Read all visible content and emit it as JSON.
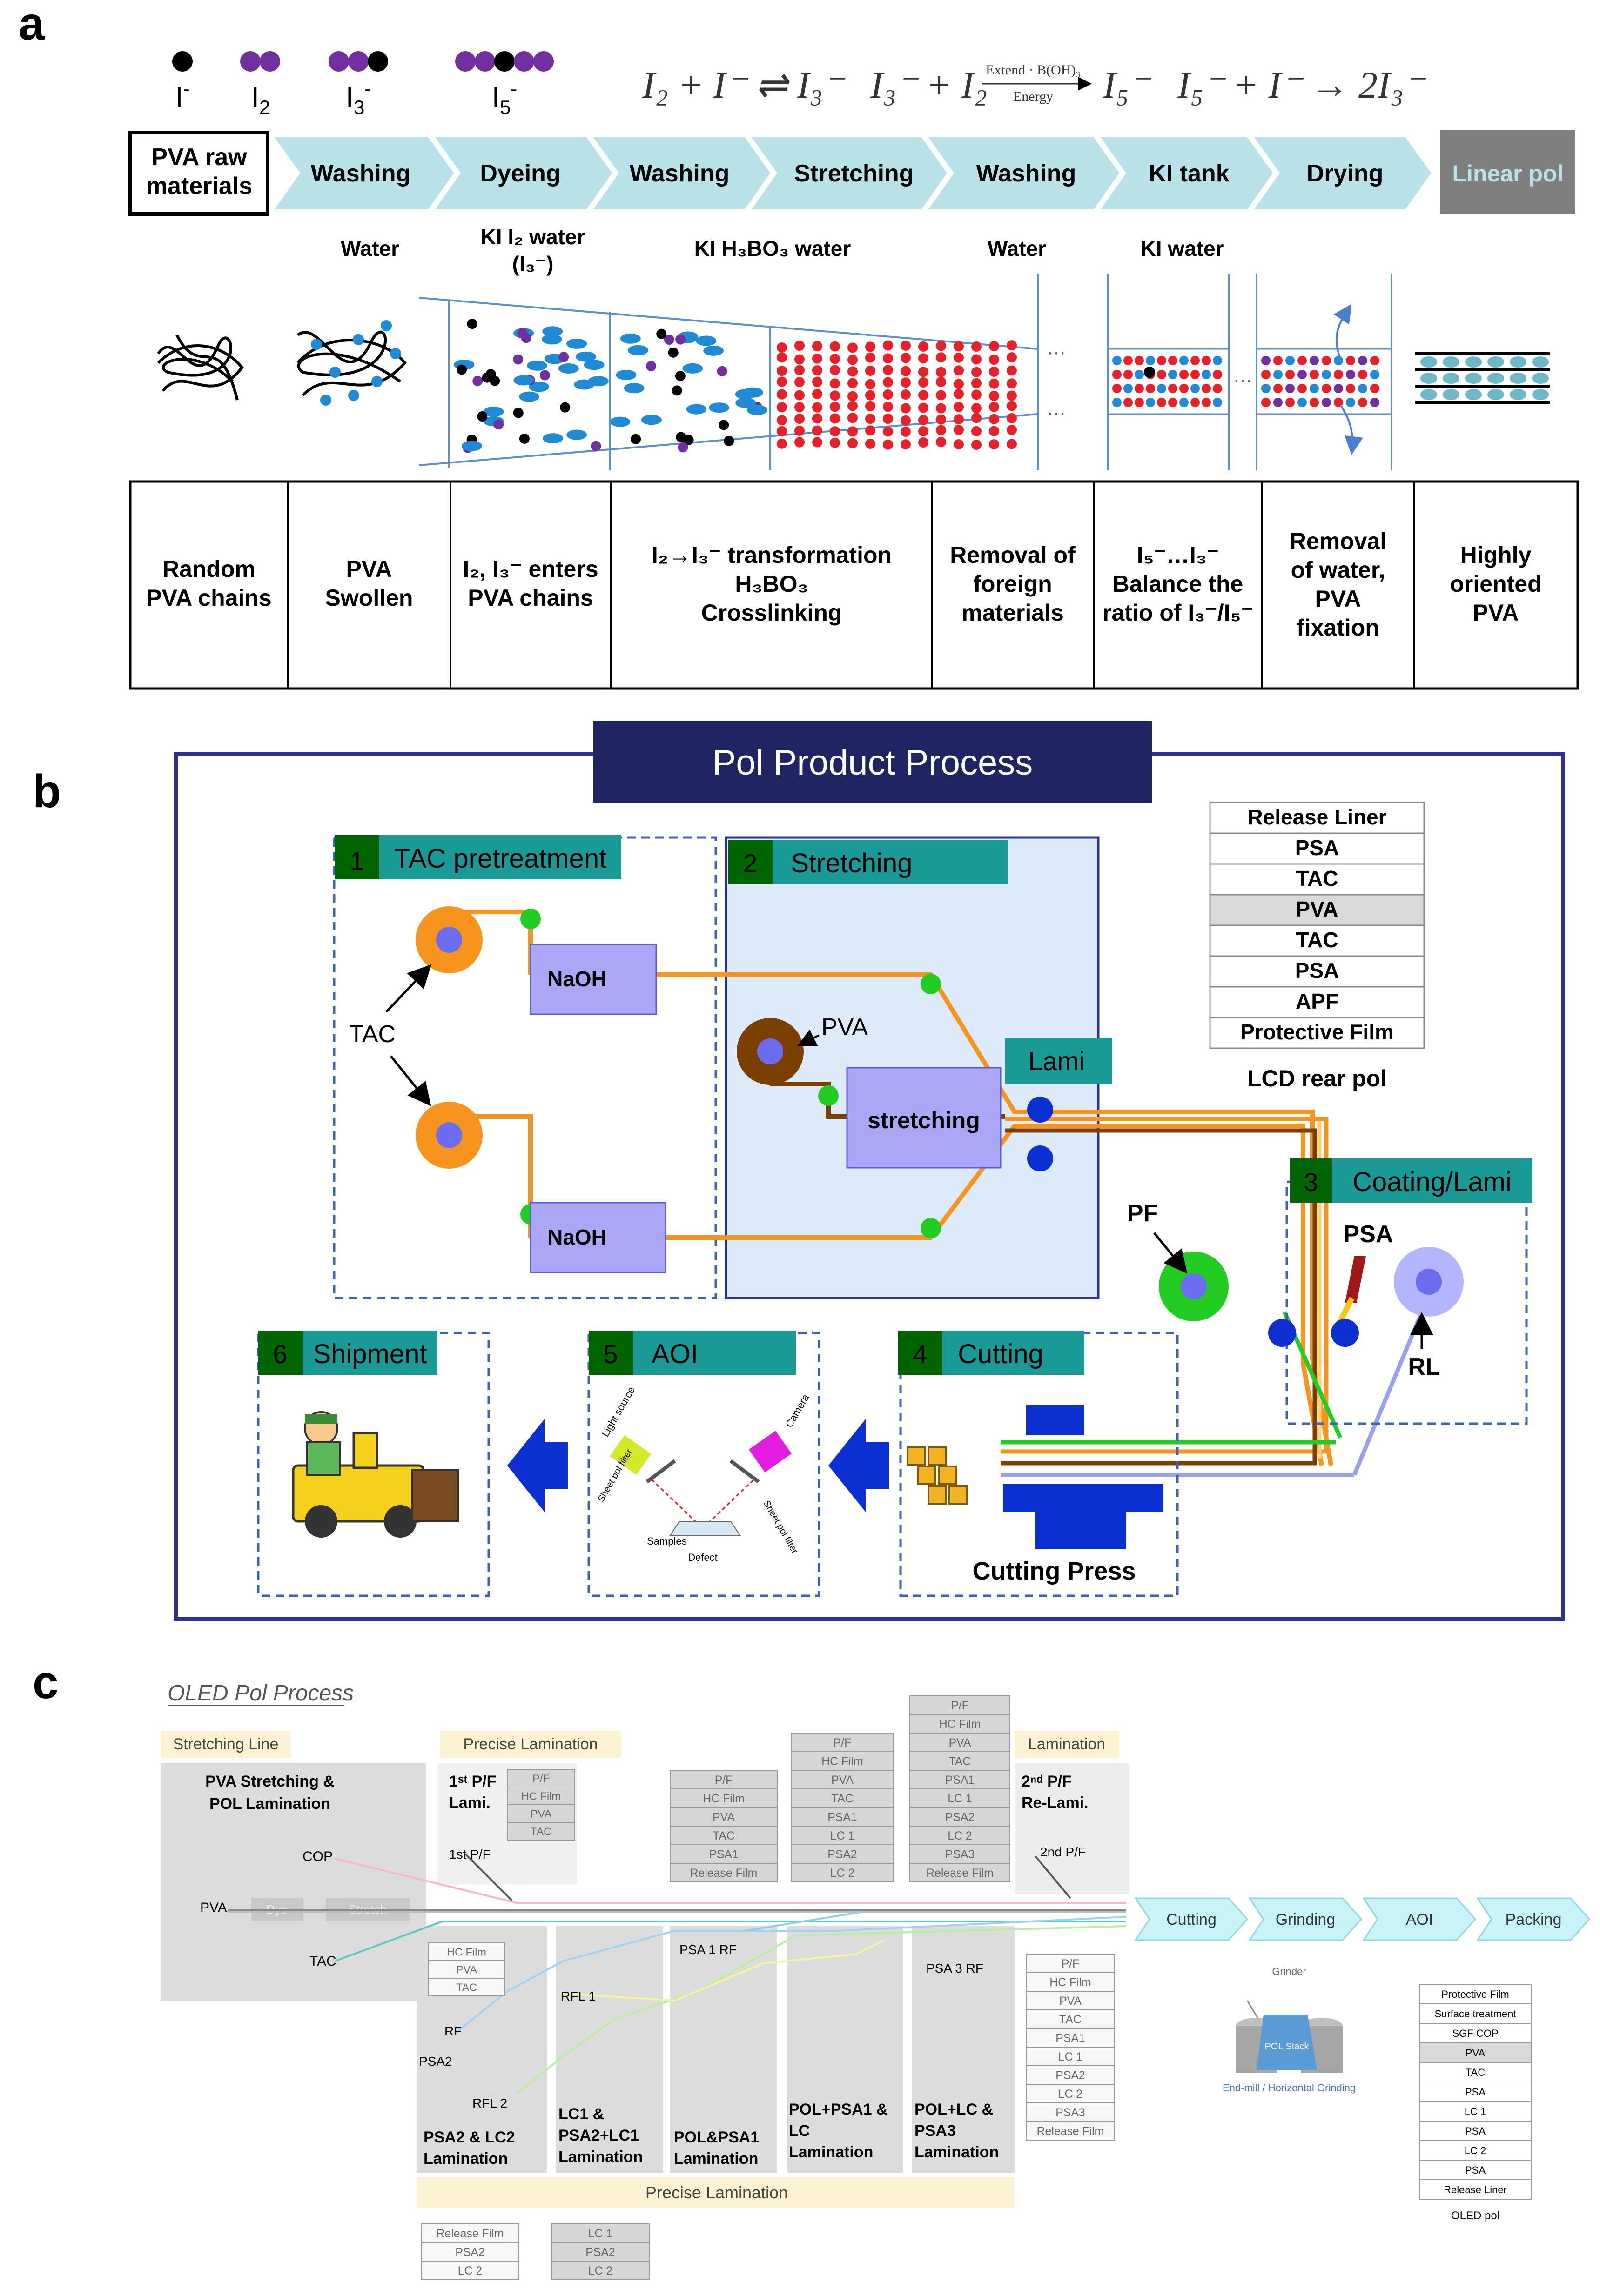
{
  "panel_a": {
    "label": "a",
    "species": [
      "I",
      "I",
      "I",
      "I"
    ],
    "species_sub": [
      "",
      "2",
      "3",
      "5"
    ],
    "species_sup": [
      "-",
      "",
      "-",
      "-"
    ],
    "equations": {
      "eq1": "I₂ + I⁻ ⇌ I₃⁻",
      "eq2_left": "I₃⁻ + I₂",
      "eq2_top": "Extend · B(OH)₃",
      "eq2_bottom": "Energy",
      "eq2_right": "I₅⁻",
      "eq3": "I₅⁻ + I⁻ → 2I₃⁻"
    },
    "raw_materials": "PVA raw materials",
    "steps": [
      "Washing",
      "Dyeing",
      "Washing",
      "Stretching",
      "Washing",
      "KI tank",
      "Drying"
    ],
    "final_step": "Linear pol",
    "solutions": [
      "Water",
      "KI I₂ water (I₃⁻)",
      "KI H₃BO₃ water",
      "Water",
      "KI water"
    ],
    "descriptions": [
      "Random PVA chains",
      "PVA Swollen",
      "I₂, I₃⁻ enters PVA chains",
      "I₂→I₃⁻ transformation H₃BO₃ Crosslinking",
      "Removal of foreign materials",
      "I₅⁻…I₃⁻ Balance the ratio of I₃⁻/I₅⁻",
      "Removal of water, PVA fixation",
      "Highly oriented PVA"
    ],
    "colors": {
      "iodide": "#000000",
      "iodine": "#7030a0",
      "blue": "#1f8ad6",
      "red": "#e8202a",
      "arrow": "#b9e2e8",
      "final": "#7f7f7f"
    }
  },
  "panel_b": {
    "label": "b",
    "title": "Pol Product Process",
    "stages": [
      {
        "num": "1",
        "name": "TAC pretreatment"
      },
      {
        "num": "2",
        "name": "Stretching"
      },
      {
        "num": "3",
        "name": "Coating/Lami"
      },
      {
        "num": "4",
        "name": "Cutting"
      },
      {
        "num": "5",
        "name": "AOI"
      },
      {
        "num": "6",
        "name": "Shipment"
      }
    ],
    "labels": {
      "tac": "TAC",
      "naoh": "NaOH",
      "pva": "PVA",
      "lami": "Lami",
      "stretching": "stretching",
      "pf": "PF",
      "psa": "PSA",
      "rl": "RL",
      "cutting_press": "Cutting Press",
      "light_source": "Light source",
      "camera": "Camera",
      "sheet_pol_filter": "Sheet pol filter",
      "samples": "Samples",
      "defect": "Defect"
    },
    "layer_stack": [
      "Release Liner",
      "PSA",
      "TAC",
      "PVA",
      "TAC",
      "PSA",
      "APF",
      "Protective Film"
    ],
    "layer_caption": "LCD rear pol",
    "colors": {
      "frame": "#2e3192",
      "title_bg": "#1f2462",
      "stage_num": "#006400",
      "stage_label": "#1a9a96",
      "orange": "#f7941d",
      "brown": "#7b3f00",
      "green": "#22cc22",
      "roller_blue": "#0b2fd1"
    }
  },
  "panel_c": {
    "label": "c",
    "title": "OLED Pol Process",
    "sections": {
      "stretching_line": "Stretching Line",
      "precise_lamination": "Precise Lamination",
      "lamination": "Lamination",
      "precise_lamination_bottom": "Precise Lamination"
    },
    "pva_stretching": "PVA Stretching & POL Lamination",
    "inputs": {
      "cop": "COP",
      "pva": "PVA",
      "tac": "TAC",
      "dye": "Dye",
      "stretch": "Stretch",
      "pf1": "1st P/F",
      "pf2": "2nd P/F",
      "rf": "RF",
      "psa2": "PSA2",
      "rfl1": "RFL 1",
      "rfl2": "RFL 2",
      "psa1rf": "PSA 1 RF",
      "psa3rf": "PSA 3 RF"
    },
    "step_labels": {
      "pf1_lami": "1st P/F Lami.",
      "pf2_relami": "2nd P/F Re-Lami.",
      "psa2_lc2": "PSA2 & LC2 Lamination",
      "lc1_psa2": "LC1 & PSA2+LC1 Lamination",
      "pol_psa1": "POL&PSA1 Lamination",
      "pol_psa1_lc": "POL+PSA1 & LC Lamination",
      "pol_lc_psa3": "POL+LC & PSA3 Lamination"
    },
    "stacks": {
      "s_pf": [
        "P/F",
        "HC Film",
        "PVA",
        "TAC"
      ],
      "s_hc": [
        "HC Film",
        "PVA",
        "TAC"
      ],
      "s1": [
        "P/F",
        "HC Film",
        "PVA",
        "TAC",
        "PSA1",
        "Release Film"
      ],
      "s2": [
        "P/F",
        "HC Film",
        "PVA",
        "TAC",
        "PSA1",
        "LC 1",
        "PSA2",
        "LC 2"
      ],
      "s3": [
        "P/F",
        "HC Film",
        "PVA",
        "TAC",
        "PSA1",
        "LC 1",
        "PSA2",
        "LC 2",
        "PSA3",
        "Release Film"
      ],
      "s4": [
        "P/F",
        "HC Film",
        "PVA",
        "TAC",
        "PSA1",
        "LC 1",
        "PSA2",
        "LC 2",
        "PSA3",
        "Release Film"
      ],
      "s_b1": [
        "Release Film",
        "PSA2",
        "LC 2"
      ],
      "s_b2": [
        "LC 1",
        "PSA2",
        "LC 2"
      ],
      "final": [
        "Protective Film",
        "Surface treatment",
        "SGF COP",
        "PVA",
        "TAC",
        "PSA",
        "LC 1",
        "PSA",
        "LC 2",
        "PSA",
        "Release Liner"
      ]
    },
    "final_caption": "OLED pol",
    "finishing": [
      "Cutting",
      "Grinding",
      "AOI",
      "Packing"
    ],
    "grinder": {
      "label": "Grinder",
      "block": "POL Stack",
      "caption": "End-mill / Horizontal Grinding"
    },
    "colors": {
      "section_bg": "#fdf3d2",
      "gray": "#dcdcdc",
      "finish": "#c8f4f8"
    }
  }
}
